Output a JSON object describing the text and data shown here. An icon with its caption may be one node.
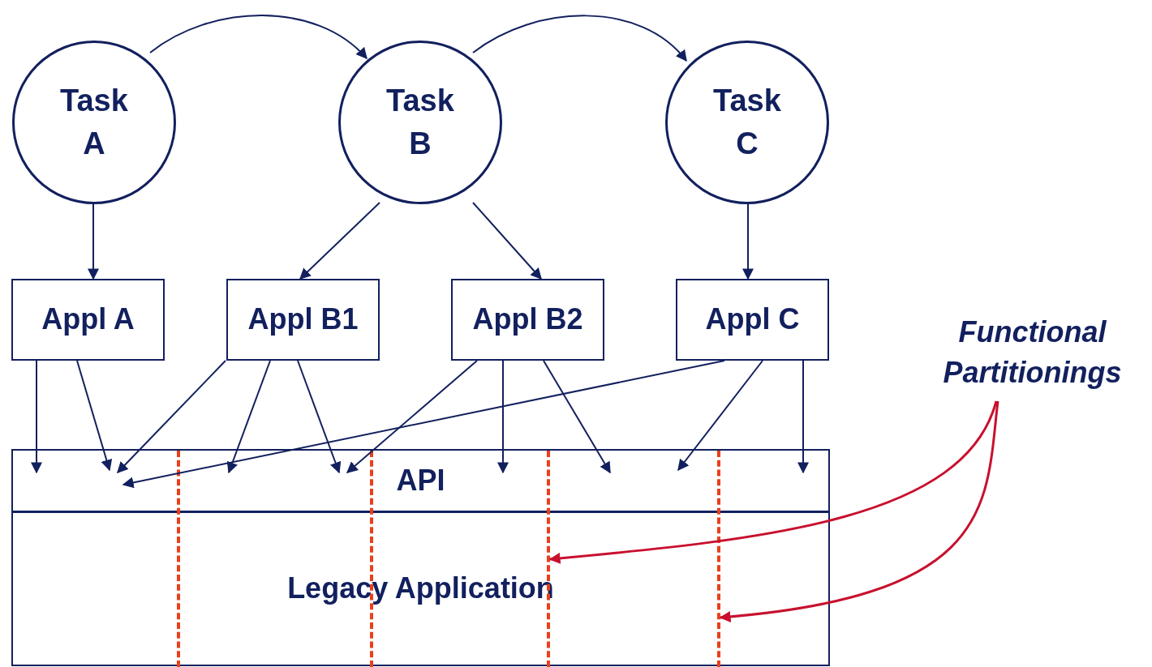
{
  "diagram": {
    "nodes": [
      {
        "text": [
          "Task A"
        ]
      },
      {
        "text": [
          "Task B"
        ]
      },
      {
        "text": [
          "Task C"
        ]
      },
      {
        "text": [
          "Appl A"
        ]
      },
      {
        "text": [
          "Appl B1"
        ]
      },
      {
        "text": [
          "Appl B2"
        ]
      },
      {
        "text": [
          "Appl C"
        ]
      },
      {
        "text": [
          "API"
        ]
      },
      {
        "text": [
          "Legacy Application"
        ]
      },
      {
        "text": [
          "Functional Partitionings"
        ]
      },
      {
        "text": [],
        "shape": "line"
      },
      {
        "text": [],
        "shape": "line"
      },
      {
        "text": [],
        "shape": "line"
      },
      {
        "text": [],
        "shape": "line"
      }
    ],
    "edges": [
      {
        "from": 0,
        "to": 1,
        "arrow": "to"
      },
      {
        "from": 1,
        "to": 2,
        "arrow": "to"
      },
      {
        "from": 0,
        "to": 3,
        "arrow": "to"
      },
      {
        "from": 1,
        "to": 4,
        "arrow": "to"
      },
      {
        "from": 1,
        "to": 5,
        "arrow": "to"
      },
      {
        "from": 2,
        "to": 6,
        "arrow": "to"
      },
      {
        "from": 3,
        "to": 7,
        "arrow": "to"
      },
      {
        "from": 3,
        "to": 7,
        "arrow": "to"
      },
      {
        "from": 4,
        "to": 7,
        "arrow": "to"
      },
      {
        "from": 4,
        "to": 7,
        "arrow": "to"
      },
      {
        "from": 4,
        "to": 7,
        "arrow": "to"
      },
      {
        "from": 5,
        "to": 7,
        "arrow": "to"
      },
      {
        "from": 5,
        "to": 7,
        "arrow": "to"
      },
      {
        "from": 5,
        "to": 7,
        "arrow": "to"
      },
      {
        "from": 6,
        "to": 7,
        "arrow": "to"
      },
      {
        "from": 6,
        "to": 7,
        "arrow": "to"
      },
      {
        "from": 6,
        "to": 7,
        "arrow": "to"
      },
      {
        "from": 9,
        "to": 12,
        "arrow": "to",
        "color": "#c8102e"
      },
      {
        "from": 9,
        "to": 13,
        "arrow": "to",
        "color": "#c8102e"
      }
    ]
  }
}
